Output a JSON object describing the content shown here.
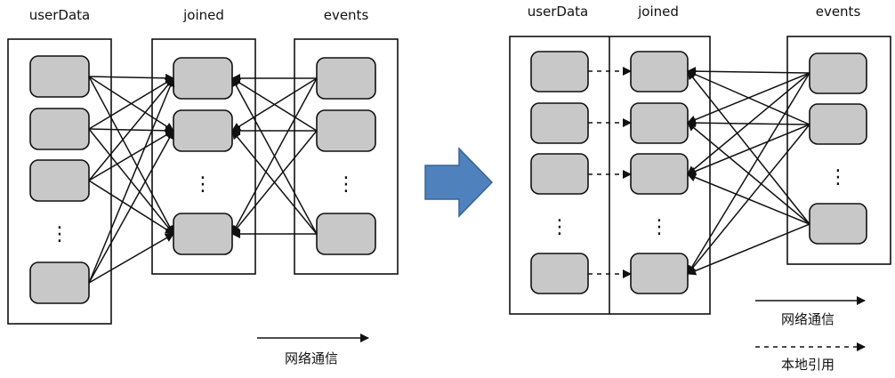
{
  "left": {
    "labels": {
      "userData": "userData",
      "joined": "joined",
      "events": "events"
    },
    "legend": "网络通信",
    "ellipsis": "⋮"
  },
  "right": {
    "labels": {
      "userData": "userData",
      "joined": "joined",
      "events": "events"
    },
    "legend_network": "网络通信",
    "legend_local": "本地引用",
    "ellipsis": "⋮"
  },
  "colors": {
    "node_fill": "#c8c8c8",
    "stroke": "#111111",
    "arrow_fill": "#4f81bd",
    "arrow_stroke": "#3a6494"
  }
}
